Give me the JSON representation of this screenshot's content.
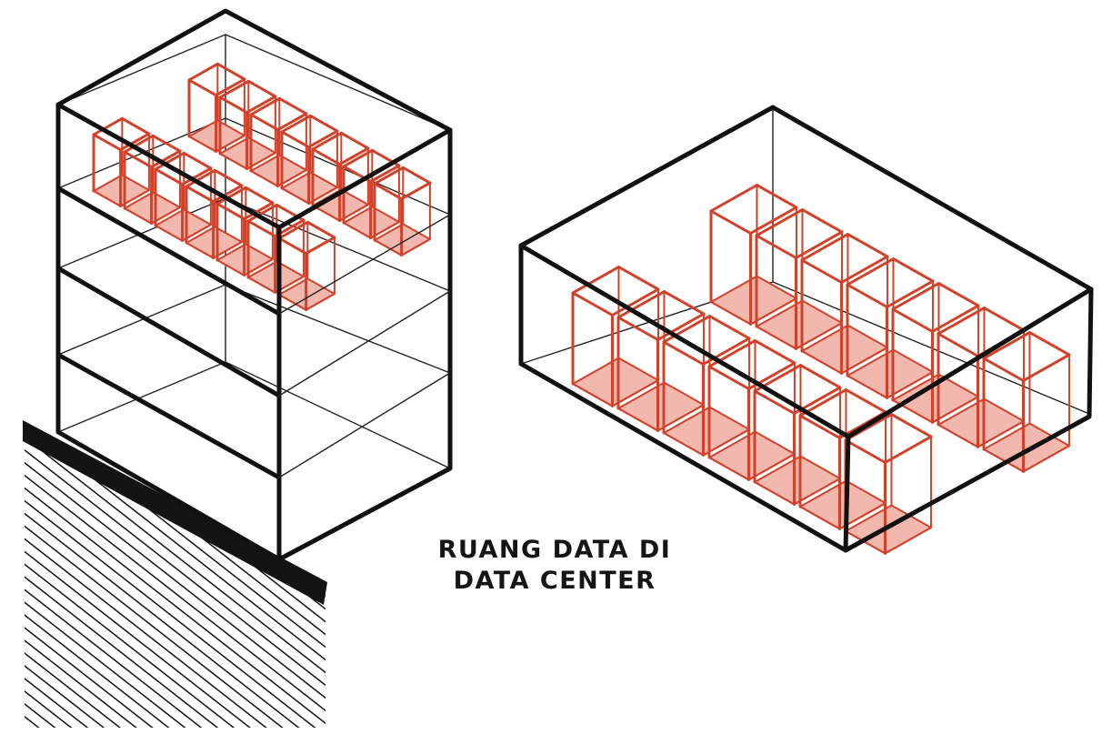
{
  "caption": {
    "line1": "RUANG DATA DI",
    "line2": "DATA CENTER"
  },
  "colors": {
    "rack_stroke": "#d2412a",
    "rack_floor": "#f2b8ae",
    "building_stroke": "#111111",
    "thin_line": "#222222",
    "background": "#ffffff"
  },
  "figures": [
    {
      "name": "multi-storey-building",
      "floors": 4,
      "racks_on_top_floor": 14
    },
    {
      "name": "single-storey-data-hall",
      "floors": 1,
      "racks": 14
    }
  ]
}
